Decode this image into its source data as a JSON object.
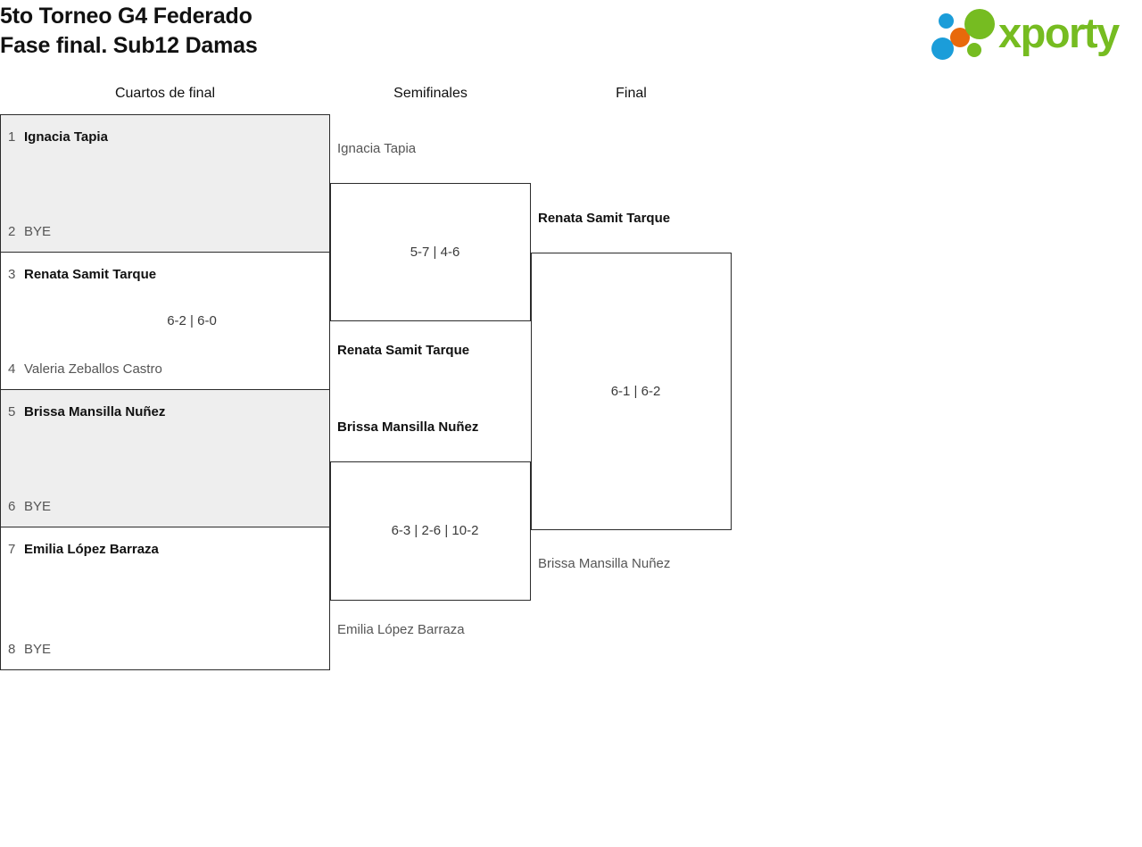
{
  "header": {
    "title": "5to Torneo G4 Federado\nFase final. Sub12 Damas",
    "logo_text": "xporty"
  },
  "rounds": [
    {
      "key": "qf",
      "label": "Cuartos de final"
    },
    {
      "key": "sf",
      "label": "Semifinales"
    },
    {
      "key": "fin",
      "label": "Final"
    }
  ],
  "bracket": {
    "quarterfinals": [
      {
        "top": {
          "seed": "1",
          "name": "Ignacia Tapia",
          "result": "winner"
        },
        "bottom": {
          "seed": "2",
          "name": "BYE",
          "result": "loser"
        },
        "score": ""
      },
      {
        "top": {
          "seed": "3",
          "name": "Renata Samit Tarque",
          "result": "winner"
        },
        "bottom": {
          "seed": "4",
          "name": "Valeria Zeballos Castro",
          "result": "loser"
        },
        "score": "6-2 | 6-0"
      },
      {
        "top": {
          "seed": "5",
          "name": "Brissa Mansilla Nuñez",
          "result": "winner"
        },
        "bottom": {
          "seed": "6",
          "name": "BYE",
          "result": "loser"
        },
        "score": ""
      },
      {
        "top": {
          "seed": "7",
          "name": "Emilia López Barraza",
          "result": "winner"
        },
        "bottom": {
          "seed": "8",
          "name": "BYE",
          "result": "loser"
        },
        "score": ""
      }
    ],
    "semifinals": [
      {
        "top": {
          "name": "Ignacia Tapia",
          "result": "loser"
        },
        "bottom": {
          "name": "Renata Samit Tarque",
          "result": "winner"
        },
        "score": "5-7 | 4-6"
      },
      {
        "top": {
          "name": "Brissa Mansilla Nuñez",
          "result": "winner"
        },
        "bottom": {
          "name": "Emilia López Barraza",
          "result": "loser"
        },
        "score": "6-3 | 2-6 | 10-2"
      }
    ],
    "final": [
      {
        "top": {
          "name": "Renata Samit Tarque",
          "result": "winner"
        },
        "bottom": {
          "name": "Brissa Mansilla Nuñez",
          "result": "loser"
        },
        "score": "6-1 | 6-2"
      }
    ]
  },
  "colors": {
    "brand_green": "#76bc21",
    "brand_blue": "#1b9dd9",
    "brand_orange": "#e8690b",
    "shaded_row": "#eeeeee",
    "border": "#2b2b2b"
  }
}
